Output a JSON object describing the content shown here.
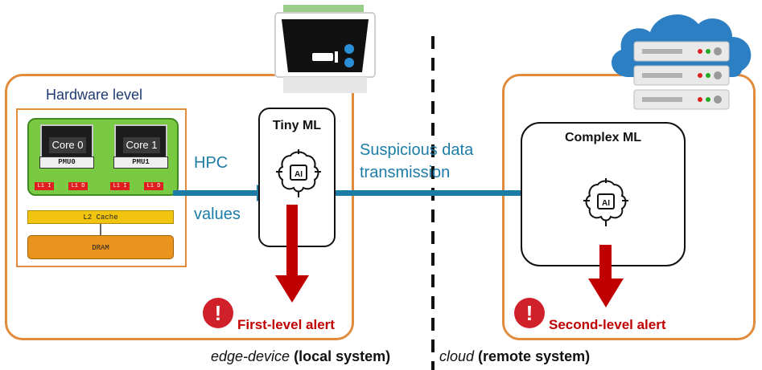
{
  "hardware": {
    "title": "Hardware level",
    "cores": [
      {
        "label": "Core 0",
        "pmu": "PMU0"
      },
      {
        "label": "Core 1",
        "pmu": "PMU1"
      }
    ],
    "cache_tags": [
      "L1 I",
      "L1 D",
      "L1 I",
      "L1 D"
    ],
    "l2": "L2 Cache",
    "dram": "DRAM"
  },
  "flow": {
    "hpc_label": "HPC",
    "values_label": "values",
    "transmission_line1": "Suspicious data",
    "transmission_line2": "transmission"
  },
  "tiny_ml": {
    "title": "Tiny ML",
    "ai_label": "AI"
  },
  "complex_ml": {
    "title": "Complex ML",
    "ai_label": "AI"
  },
  "alerts": {
    "first": "First-level alert",
    "second": "Second-level alert",
    "icon": "!"
  },
  "captions": {
    "edge_italic": "edge-device",
    "edge_bold": "(local system)",
    "cloud_italic": "cloud",
    "cloud_bold": "(remote system)"
  },
  "colors": {
    "frame": "#e08c3c",
    "arrow": "#1d7ca6",
    "alert": "#c00000"
  }
}
